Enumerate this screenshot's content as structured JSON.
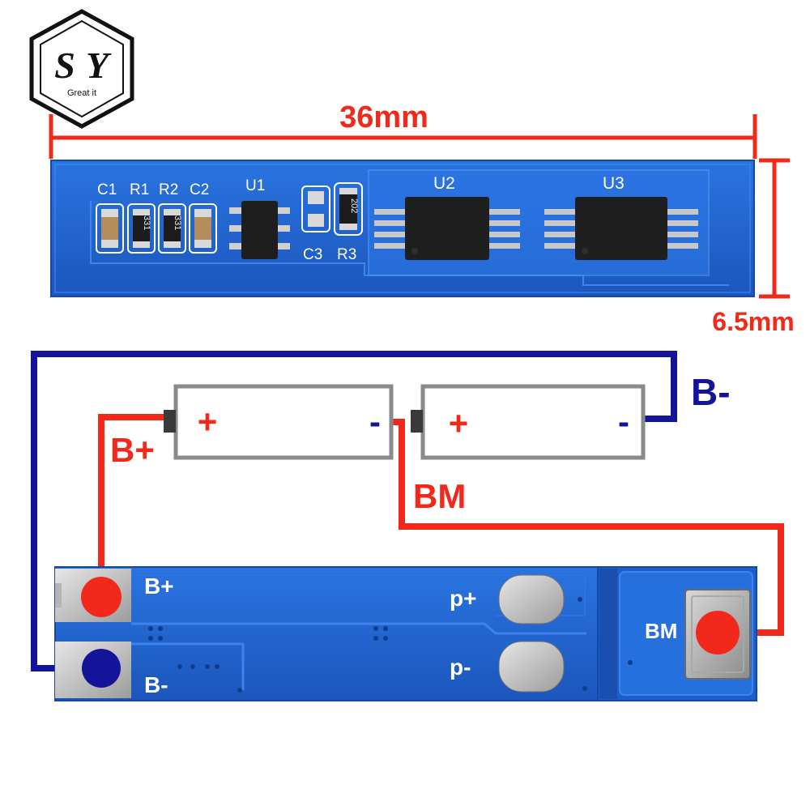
{
  "logo": {
    "monogram_s": "S",
    "monogram_y": "Y",
    "tagline": "Great it"
  },
  "dimensions": {
    "length": "36mm",
    "height": "6.5mm"
  },
  "top_board": {
    "silkscreen": {
      "c1": "C1",
      "r1": "R1",
      "r2": "R2",
      "c2": "C2",
      "u1": "U1",
      "c3": "C3",
      "r3": "R3",
      "u2": "U2",
      "u3": "U3",
      "r1_code": "331",
      "r2_code": "331",
      "r3_code": "202"
    }
  },
  "wiring": {
    "b_plus": "B+",
    "b_minus": "B-",
    "bm": "BM",
    "cell1_plus": "+",
    "cell1_minus": "-",
    "cell2_plus": "+",
    "cell2_minus": "-"
  },
  "bottom_board": {
    "pad_b_plus": "B+",
    "pad_b_minus": "B-",
    "pad_p_plus": "p+",
    "pad_p_minus": "p-",
    "pad_bm": "BM"
  },
  "colors": {
    "dimension_red": "#ee2a1a",
    "negative_wire": "#14149a",
    "positive_wire": "#f2281b",
    "pcb_blue": "#1e63d0",
    "battery_outline": "#8a8a8a"
  }
}
